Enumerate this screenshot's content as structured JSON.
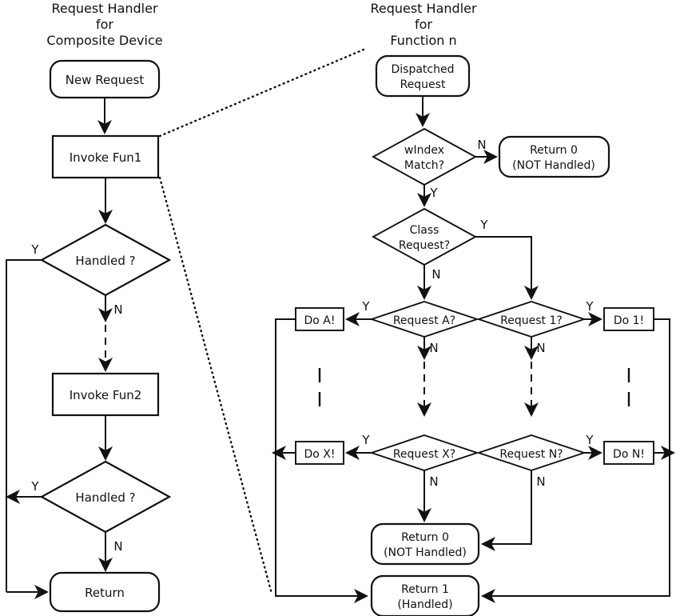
{
  "diagram": {
    "kind": "flowchart",
    "titles": {
      "left": [
        "Request Handler",
        "for",
        "Composite Device"
      ],
      "right": [
        "Request Handler",
        "for",
        "Function n"
      ]
    },
    "left_panel": {
      "nodes": {
        "new_request": "New Request",
        "invoke_fun1": "Invoke Fun1",
        "handled_1": "Handled ?",
        "invoke_fun2": "Invoke Fun2",
        "handled_2": "Handled ?",
        "return": "Return"
      },
      "labels": {
        "handled1_yes": "Y",
        "handled1_no": "N",
        "handled2_yes": "Y",
        "handled2_no": "N"
      }
    },
    "right_panel": {
      "nodes": {
        "dispatched_request": [
          "Dispatched",
          "Request"
        ],
        "windex_match": [
          "wIndex",
          "Match?"
        ],
        "return0_top": [
          "Return 0",
          "(NOT Handled)"
        ],
        "class_request": [
          "Class",
          "Request?"
        ],
        "request_a": "Request A?",
        "request_1": "Request 1?",
        "request_x": "Request X?",
        "request_n": "Request N?",
        "do_a": "Do A!",
        "do_1": "Do 1!",
        "do_x": "Do X!",
        "do_n": "Do N!",
        "return0_bottom": [
          "Return 0",
          "(NOT Handled)"
        ],
        "return1": [
          "Return 1",
          "(Handled)"
        ]
      },
      "labels": {
        "windex_no": "N",
        "windex_yes": "Y",
        "class_yes": "Y",
        "class_no": "N",
        "req_a_yes": "Y",
        "req_a_no": "N",
        "req_1_yes": "Y",
        "req_1_no": "N",
        "req_x_yes": "Y",
        "req_x_no": "N",
        "req_n_yes": "Y",
        "req_n_no": "N"
      }
    },
    "colors": {
      "stroke": "#111111",
      "fill": "#ffffff",
      "background": "#ffffff"
    }
  }
}
